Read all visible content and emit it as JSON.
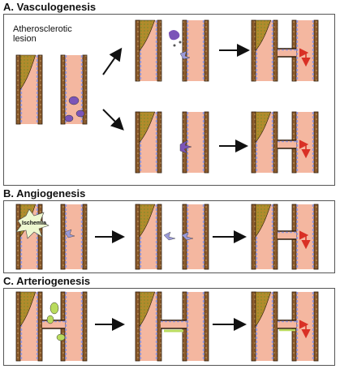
{
  "panels": [
    {
      "title": "A. Vasculogenesis",
      "annotation": "Atherosclerotic\nlesion"
    },
    {
      "title": "B. Angiogenesis",
      "annotation": "Ischemia"
    },
    {
      "title": "C. Arteriogenesis"
    }
  ],
  "colors": {
    "vessel_wall": "#8a5a2b",
    "wall_outline": "#2b1a0a",
    "lumen": "#f4b7a0",
    "endothelium": "#9a9ad8",
    "lesion": "#b28b2c",
    "progenitor_cell": "#7b55b8",
    "smooth_muscle_cell": "#b9db5d",
    "flow_arrow": "#d93025",
    "ischemia": "#eef8d0"
  }
}
